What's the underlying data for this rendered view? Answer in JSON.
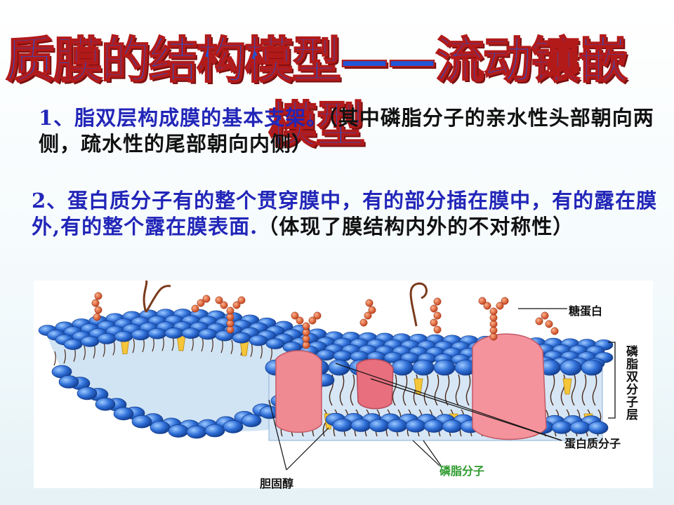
{
  "title": "质膜的结构模型——流动镶嵌模型",
  "points": [
    {
      "blue": "1、脂双层构成膜的基本支架。",
      "black": "（其中磷脂分子的亲水性头部朝向两侧，疏水性的尾部朝向内侧）"
    },
    {
      "blue": "2、蛋白质分子有的整个贯穿膜中，有的部分插在膜中，有的露在膜外,有的整个露在膜表面.",
      "black": "（体现了膜结构内外的不对称性）"
    }
  ],
  "diagram": {
    "labels": {
      "glycoprotein": "糖蛋白",
      "bilayer": "磷脂双分子层",
      "protein": "蛋白质分子",
      "phospholipid": "磷脂分子",
      "cholesterol": "胆固醇"
    },
    "colors": {
      "head_fill": "#2f6fd8",
      "head_highlight": "#9cc9ff",
      "cholesterol": "#f5c53a",
      "protein": "#f08a92",
      "sugar_bead": "#e0562c",
      "interior": "#c9dff2",
      "label_green": "#2e9b2e"
    }
  }
}
